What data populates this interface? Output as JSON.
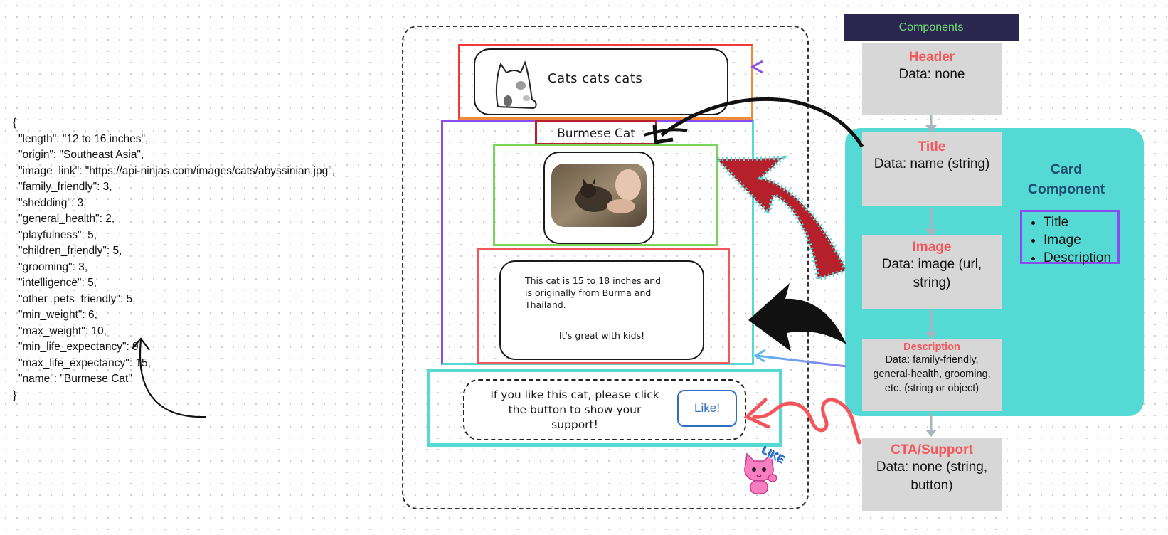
{
  "json_lines": [
    "{",
    "\"length\": \"12 to 16 inches\",",
    "\"origin\": \"Southeast Asia\",",
    "\"image_link\": \"https://api-ninjas.com/images/cats/abyssinian.jpg\",",
    "\"family_friendly\": 3,",
    "\"shedding\": 3,",
    "\"general_health\": 2,",
    "\"playfulness\": 5,",
    "\"children_friendly\": 5,",
    "\"grooming\": 3,",
    "\"intelligence\": 5,",
    "\"other_pets_friendly\": 5,",
    "\"min_weight\": 6,",
    "\"max_weight\": 10,",
    "\"min_life_expectancy\": 9,",
    "\"max_life_expectancy\": 15,",
    "\"name\": \"Burmese Cat\"",
    "}"
  ],
  "mockup": {
    "header_text": "Cats cats cats",
    "title_text": "Burmese Cat",
    "description_line1": "This cat is 15 to 18 inches and",
    "description_line2": "is originally from Burma and",
    "description_line3": "Thailand.",
    "description_line4": "It's great with kids!",
    "cta_line1": "If you like this cat, please click",
    "cta_line2": "the button to show your",
    "cta_line3": "support!",
    "like_button": "Like!",
    "sticker_text": "LIKE"
  },
  "components": {
    "banner": "Components",
    "header": {
      "title": "Header",
      "data": "Data: none"
    },
    "title": {
      "title": "Title",
      "data": "Data: name (string)"
    },
    "image": {
      "title": "Image",
      "data_line1": "Data: image (url,",
      "data_line2": "string)"
    },
    "description": {
      "title": "Description",
      "data_line1": "Data: family-friendly,",
      "data_line2": "general-health, grooming,",
      "data_line3": "etc. (string or object)"
    },
    "cta": {
      "title": "CTA/Support",
      "data_line1": "Data: none (string,",
      "data_line2": "button)"
    },
    "card_component": {
      "line1": "Card",
      "line2": "Component",
      "items": [
        "Title",
        "Image",
        "Description"
      ]
    }
  },
  "colors": {
    "banner_bg": "#2a2650",
    "banner_text": "#6fdc6f",
    "teal": "#55d9d4",
    "gray_box": "#d7d7d7",
    "accent_red": "#f4565b",
    "card_title": "#1d4a6e",
    "purple": "#8a4cf0",
    "red_arrow": "#b5202b"
  }
}
